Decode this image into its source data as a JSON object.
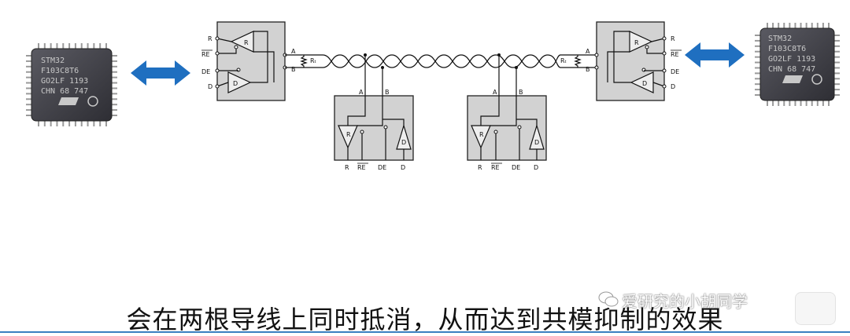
{
  "subtitle": "会在两根导线上同时抵消，从而达到共模抑制的效果",
  "watermark": "爱研究的小胡同学",
  "chip_left": {
    "lines": [
      "STM32",
      "F103C8T6",
      "GO2LF 1193",
      "CHN 68 747"
    ]
  },
  "chip_right": {
    "lines": [
      "STM32",
      "F103C8T6",
      "GO2LF 1193",
      "CHN 68 747"
    ]
  },
  "transceiver_left": {
    "pins": [
      "R",
      "RE",
      "DE",
      "D"
    ],
    "bus_pins": [
      "A",
      "B"
    ],
    "resistor": "Rₜ"
  },
  "transceiver_right": {
    "pins": [
      "R",
      "RE",
      "DE",
      "D"
    ],
    "bus_pins": [
      "A",
      "B"
    ],
    "resistor": "Rₜ"
  },
  "transceiver_mid1": {
    "pins": [
      "R",
      "RE",
      "DE",
      "D"
    ],
    "bus_pins": [
      "A",
      "B"
    ]
  },
  "transceiver_mid2": {
    "pins": [
      "R",
      "RE",
      "DE",
      "D"
    ],
    "bus_pins": [
      "A",
      "B"
    ]
  },
  "colors": {
    "arrow": "#1f6fc0",
    "box_fill": "#d2d2d2",
    "chip": "#4a4a52",
    "bottom_line": "#3a7fc0"
  }
}
